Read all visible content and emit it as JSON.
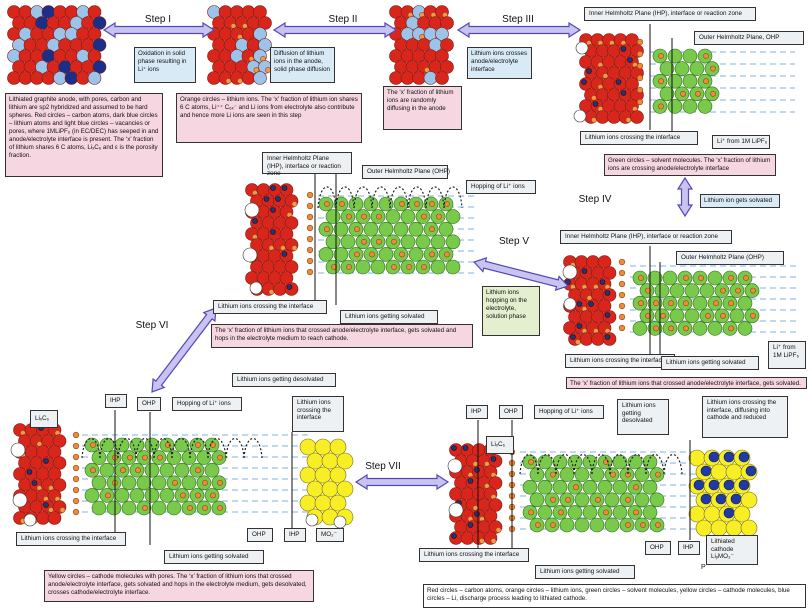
{
  "steps": [
    "Step I",
    "Step II",
    "Step III",
    "Step IV",
    "Step V",
    "Step VI",
    "Step VII"
  ],
  "texts": {
    "t1": "Oxidation in solid phase resulting in Li⁺ ions",
    "t2": "Diffusion of lithium ions in the anode, solid phase diffusion",
    "t3": "Lithium ions crosses anode/electrolyte interface",
    "t4": "Lithium ion gets solvated",
    "t5": "Lithium ions hopping on the electrolyte, solution phase",
    "desc1": "Lithiated graphite anode, with pores, carbon and lithium are sp2 hybridized and assumed to be hard spheres. Red circles – carbon atoms, dark blue circles – lithium atoms and light blue circles – vacancies or pores, where 1MLiPF₆ (in EC/DEC) has seeped in and anode/electrolyte interface is present. The ‘x’ fraction of lithium shares 6 C atoms, LiₓC₆ and ε is the porosity fraction.",
    "desc2": "Orange circles – lithium ions. The ‘x’ fraction of lithium ion shares 6 C atoms, Li⁺⁺ C₆ₓ⁻ and Li ions from electrolyte also contribute and hence more Li ions are seen in this step",
    "desc3": "The ‘x’ fraction of lithium ions are randomly diffusing in the anode",
    "desc4": "Green circles – solvent molecules. The ‘x’ fraction of lithium ions are crossing anode/electrolyte interface",
    "desc5": "The ‘x’ fraction of lithium ions that crossed anode/electrolyte interface, gets solvated.",
    "desc6": "The ‘x’ fraction of lithium ions that crossed anode/electrolyte interface, gets solvated and hops in the electrolyte medium to reach cathode.",
    "desc7": "Yellow circles – cathode molecules with pores. The ‘x’ fraction of lithium ions that crossed anode/electrolyte interface, gets solvated and hops in the electrolyte medium, gets desolvated, crosses cathode/electrolyte interface.",
    "desc8": "Red circles – carbon atoms, orange circles – lithium ions, green circles – solvent molecules, yellow circles – cathode molecules, blue circles – Li, discharge process leading to lithiated cathode."
  },
  "labels": {
    "ihp_long": "Inner Helmholtz Plane (IHP), interface or reaction zone",
    "ihp_long2": "Inner Helmholtz Plane (IHP), interface or reaction zone",
    "ohp_long": "Outer Helmholtz Plane, OHP",
    "ohp_long2": "Outer Helmholtz Plane (OHP)",
    "crossing": "Lithium ions crossing the interface",
    "solvated": "Lithium ions getting solvated",
    "hopping": "Hopping of Li⁺ ions",
    "desolvated": "Lithium ions getting desolvated",
    "crossing2": "Lithium ions crossing the interface",
    "crossing_diffusing": "Lithium ions crossing the interface, diffusing into cathode and reduced",
    "from_lipf": "Li⁺ from 1M LiPF₆",
    "from_lipf2": "Li⁺ from 1M LiPF₆",
    "ihp": "IHP",
    "ohp": "OHP",
    "lixc6": "LiₓC₆",
    "mo2": "MO₂⁻",
    "lithiated": "Lithiated cathode LiᵧMO₂⁻",
    "p": "P"
  }
}
